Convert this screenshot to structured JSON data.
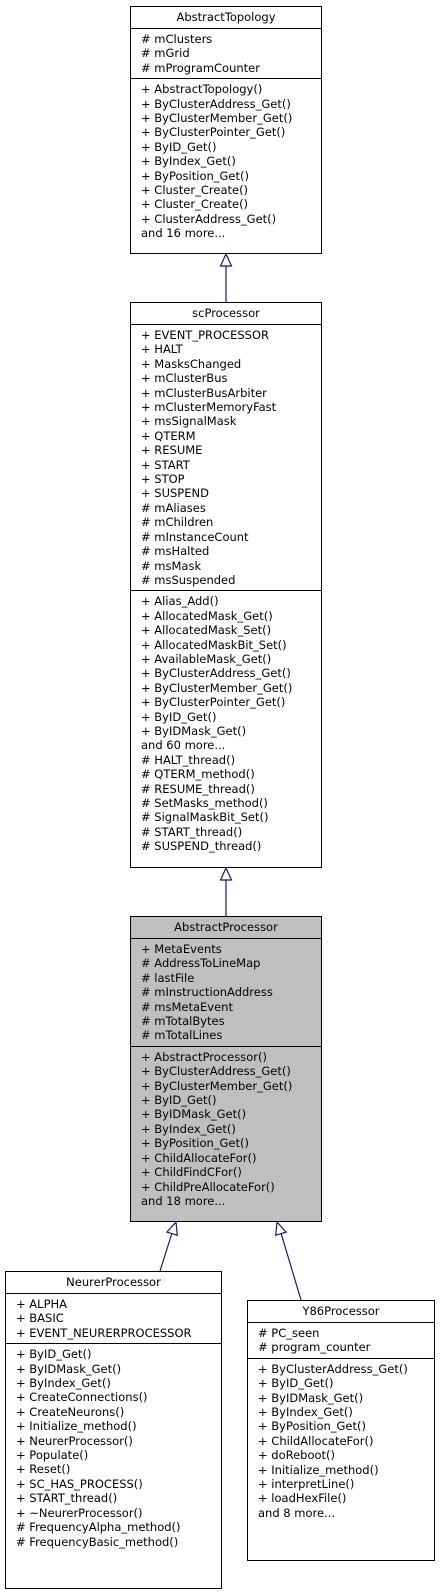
{
  "classes": {
    "abstract_topology": {
      "name": "AbstractTopology",
      "attributes": [
        "# mClusters",
        "# mGrid",
        "# mProgramCounter"
      ],
      "methods": [
        "+ AbstractTopology()",
        "+ ByClusterAddress_Get()",
        "+ ByClusterMember_Get()",
        "+ ByClusterPointer_Get()",
        "+ ByID_Get()",
        "+ ByIndex_Get()",
        "+ ByPosition_Get()",
        "+ Cluster_Create()",
        "+ Cluster_Create()",
        "+ ClusterAddress_Get()",
        "and 16 more..."
      ]
    },
    "sc_processor": {
      "name": "scProcessor",
      "attributes": [
        "+ EVENT_PROCESSOR",
        "+ HALT",
        "+ MasksChanged",
        "+ mClusterBus",
        "+ mClusterBusArbiter",
        "+ mClusterMemoryFast",
        "+ msSignalMask",
        "+ QTERM",
        "+ RESUME",
        "+ START",
        "+ STOP",
        "+ SUSPEND",
        "# mAliases",
        "# mChildren",
        "# mInstanceCount",
        "# msHalted",
        "# msMask",
        "# msSuspended"
      ],
      "methods": [
        "+ Alias_Add()",
        "+ AllocatedMask_Get()",
        "+ AllocatedMask_Set()",
        "+ AllocatedMaskBit_Set()",
        "+ AvailableMask_Get()",
        "+ ByClusterAddress_Get()",
        "+ ByClusterMember_Get()",
        "+ ByClusterPointer_Get()",
        "+ ByID_Get()",
        "+ ByIDMask_Get()",
        "and 60 more...",
        "# HALT_thread()",
        "# QTERM_method()",
        "# RESUME_thread()",
        "# SetMasks_method()",
        "# SignalMaskBit_Set()",
        "# START_thread()",
        "# SUSPEND_thread()"
      ]
    },
    "abstract_processor": {
      "name": "AbstractProcessor",
      "attributes": [
        "+ MetaEvents",
        "# AddressToLineMap",
        "# lastFile",
        "# mInstructionAddress",
        "# msMetaEvent",
        "# mTotalBytes",
        "# mTotalLines"
      ],
      "methods": [
        "+ AbstractProcessor()",
        "+ ByClusterAddress_Get()",
        "+ ByClusterMember_Get()",
        "+ ByID_Get()",
        "+ ByIDMask_Get()",
        "+ ByIndex_Get()",
        "+ ByPosition_Get()",
        "+ ChildAllocateFor()",
        "+ ChildFindCFor()",
        "+ ChildPreAllocateFor()",
        "and 18 more..."
      ]
    },
    "neurer_processor": {
      "name": "NeurerProcessor",
      "attributes": [
        "+ ALPHA",
        "+ BASIC",
        "+ EVENT_NEURERPROCESSOR"
      ],
      "methods": [
        "+ ByID_Get()",
        "+ ByIDMask_Get()",
        "+ ByIndex_Get()",
        "+ CreateConnections()",
        "+ CreateNeurons()",
        "+ Initialize_method()",
        "+ NeurerProcessor()",
        "+ Populate()",
        "+ Reset()",
        "+ SC_HAS_PROCESS()",
        "+ START_thread()",
        "+ ~NeurerProcessor()",
        "# FrequencyAlpha_method()",
        "# FrequencyBasic_method()"
      ]
    },
    "y86_processor": {
      "name": "Y86Processor",
      "attributes": [
        "# PC_seen",
        "# program_counter"
      ],
      "methods": [
        "+ ByClusterAddress_Get()",
        "+ ByID_Get()",
        "+ ByIDMask_Get()",
        "+ ByIndex_Get()",
        "+ ByPosition_Get()",
        "+ ChildAllocateFor()",
        "+ doReboot()",
        "+ Initialize_method()",
        "+ interpretLine()",
        "+ loadHexFile()",
        "and 8 more..."
      ]
    }
  },
  "colors": {
    "edge": "#191970",
    "highlight_fill": "#bfbfbf",
    "border": "#000000"
  }
}
